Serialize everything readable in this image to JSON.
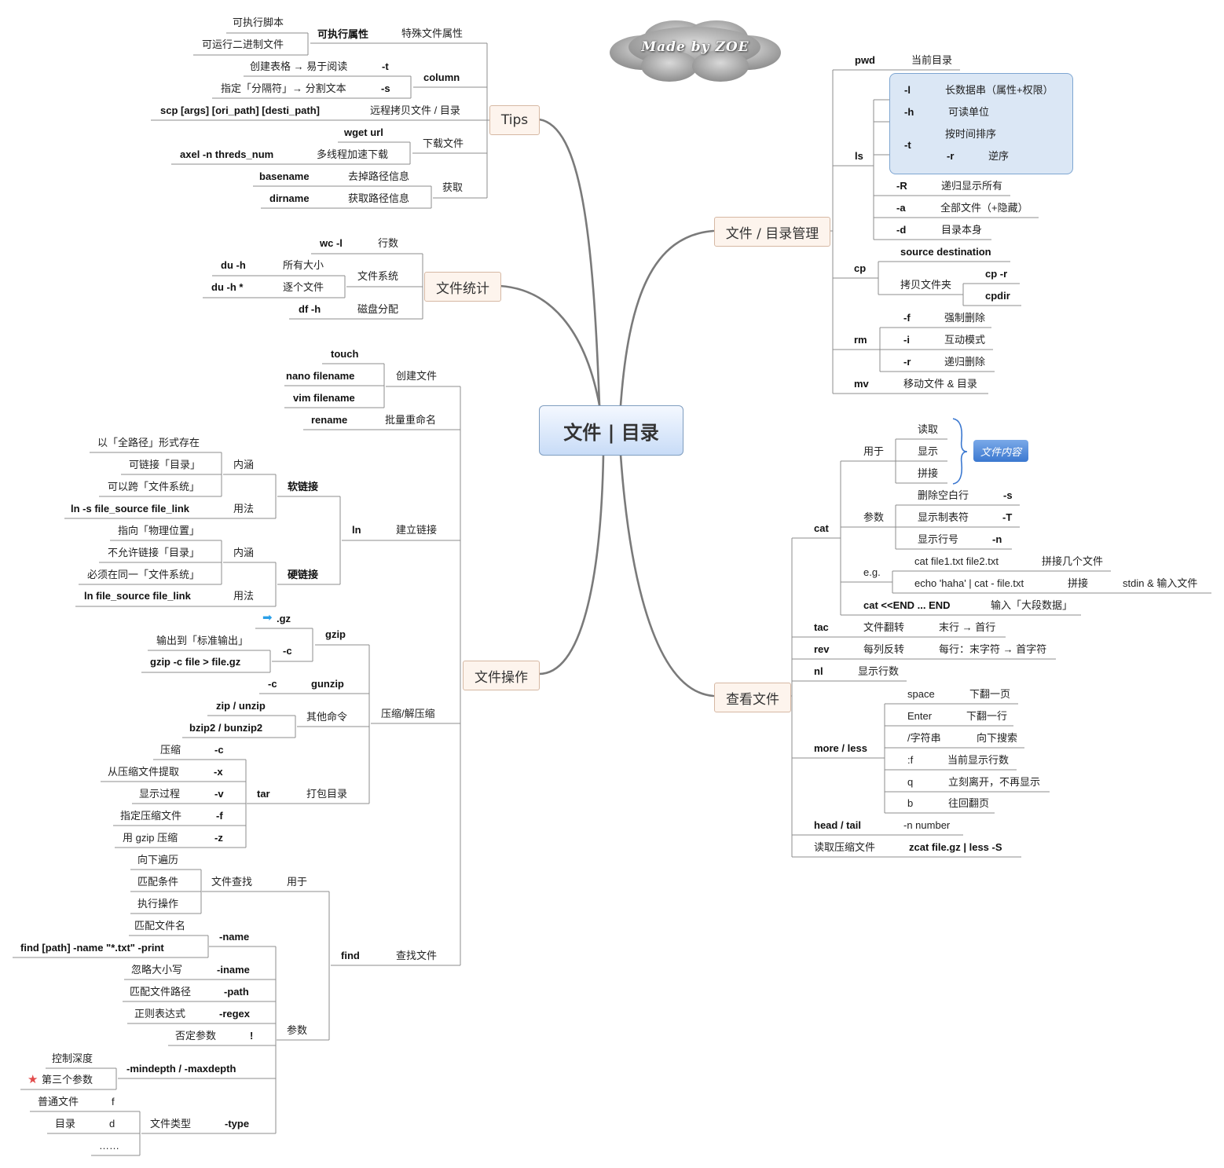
{
  "watermark": "Made by ZOE",
  "center": "文件 | 目录",
  "badge": "文件内容",
  "icons": {
    "arrow": "right-arrow-icon",
    "star": "star-icon"
  },
  "colors": {
    "center_fill": "#c8dcf7",
    "topic_fill": "#fdf4ed",
    "group_fill": "#dbe7f5",
    "badge_fill": "#3b78d0",
    "arrow": "#2a9fe8",
    "star": "#e24a4a"
  },
  "topics": {
    "tips": "Tips",
    "stats": "文件统计",
    "ops": "文件操作",
    "mgmt": "文件 / 目录管理",
    "view": "查看文件"
  },
  "tips": {
    "script": "可执行脚本",
    "binary": "可运行二进制文件",
    "exec_attr": "可执行属性",
    "special_attr": "特殊文件属性",
    "table": "创建表格 → 易于阅读",
    "t": "-t",
    "column": "column",
    "sep": "指定「分隔符」→ 分割文本",
    "s": "-s",
    "scp": "scp [args] [ori_path] [desti_path]",
    "remote": "远程拷贝文件 / 目录",
    "wget": "wget url",
    "axel": "axel -n threds_num",
    "multi": "多线程加速下载",
    "download": "下载文件",
    "basename": "basename",
    "strip": "去掉路径信息",
    "dirname": "dirname",
    "getpath": "获取路径信息",
    "get": "获取"
  },
  "stats": {
    "wc": "wc -l",
    "lines": "行数",
    "duh": "du -h",
    "allsize": "所有大小",
    "dustar": "du -h *",
    "each": "逐个文件",
    "fs": "文件系统",
    "df": "df -h",
    "disk": "磁盘分配"
  },
  "ops": {
    "touch": "touch",
    "nano": "nano filename",
    "vim": "vim filename",
    "create": "创建文件",
    "rename": "rename",
    "batch": "批量重命名",
    "full": "以「全路径」形式存在",
    "linkdir": "可链接「目录」",
    "crossfs": "可以跨「文件系统」",
    "inner1": "内涵",
    "soft": "软链接",
    "lns": "ln -s file_source file_link",
    "usage1": "用法",
    "ln": "ln",
    "mklink": "建立链接",
    "phys": "指向「物理位置」",
    "nodir": "不允许链接「目录」",
    "samefs": "必须在同一「文件系统」",
    "inner2": "内涵",
    "hard": "硬链接",
    "lnh": "ln file_source file_link",
    "usage2": "用法",
    "gz": ".gz",
    "gzip": "gzip",
    "stdout": "输出到「标准输出」",
    "c1": "-c",
    "gzipcmd": "gzip -c file > file.gz",
    "c2": "-c",
    "gunzip": "gunzip",
    "zip": "zip / unzip",
    "other": "其他命令",
    "compress": "压缩/解压缩",
    "bzip": "bzip2 / bunzip2",
    "tz": "压缩",
    "tc": "-c",
    "tx": "从压缩文件提取",
    "txv": "-x",
    "tv": "显示过程",
    "tvv": "-v",
    "tar": "tar",
    "pack": "打包目录",
    "tf": "指定压缩文件",
    "tfv": "-f",
    "tgz": "用 gzip 压缩",
    "tzv": "-z",
    "walk": "向下遍历",
    "match": "匹配条件",
    "act": "执行操作",
    "findfile": "文件查找",
    "usefor": "用于",
    "mname": "匹配文件名",
    "name": "-name",
    "findex": "find [path] -name \"*.txt\" -print",
    "find": "find",
    "search": "查找文件",
    "icase": "忽略大小写",
    "iname": "-iname",
    "mpath": "匹配文件路径",
    "path": "-path",
    "re": "正则表达式",
    "regex": "-regex",
    "neg": "否定参数",
    "bang": "!",
    "params": "参数",
    "depth": "控制深度",
    "third": "第三个参数",
    "mindepth": "-mindepth / -maxdepth",
    "regular": "普通文件",
    "f": "f",
    "dir": "目录",
    "d": "d",
    "ftype": "文件类型",
    "type": "-type",
    "dots": "……"
  },
  "mgmt": {
    "pwd": "pwd",
    "cur": "当前目录",
    "l": "-l",
    "long": "长数据串（属性+权限）",
    "h": "-h",
    "readable": "可读单位",
    "ls": "ls",
    "bytime": "按时间排序",
    "t": "-t",
    "r": "-r",
    "rev": "逆序",
    "R": "-R",
    "recur": "递归显示所有",
    "a": "-a",
    "all": "全部文件（+隐藏）",
    "d": "-d",
    "self": "目录本身",
    "srcdst": "source destination",
    "cp": "cp",
    "cpdir": "拷贝文件夹",
    "cpr": "cp -r",
    "cpdircmd": "cpdir",
    "f": "-f",
    "force": "强制删除",
    "rm": "rm",
    "i": "-i",
    "inter": "互动模式",
    "rr": "-r",
    "rdel": "递归删除",
    "mv": "mv",
    "move": "移动文件 & 目录"
  },
  "view": {
    "read": "读取",
    "usefor": "用于",
    "show": "显示",
    "join": "拼接",
    "cat": "cat",
    "blank": "删除空白行",
    "s": "-s",
    "params": "参数",
    "tabs": "显示制表符",
    "T": "-T",
    "lineno": "显示行号",
    "n": "-n",
    "eg": "e.g.",
    "ex1": "cat file1.txt file2.txt",
    "ex1d": "拼接几个文件",
    "ex2": "echo 'haha' | cat - file.txt",
    "ex2d": "拼接",
    "stdin": "stdin & 输入文件",
    "heredoc": "cat <<END ... END",
    "bigdata": "输入「大段数据」",
    "tac": "tac",
    "flip": "文件翻转",
    "lastfirst": "末行 → 首行",
    "rev": "rev",
    "colrev": "每列反转",
    "eachline": "每行：末字符 → 首字符",
    "nl": "nl",
    "count": "显示行数",
    "space": "space",
    "pgdn": "下翻一页",
    "enter": "Enter",
    "linedn": "下翻一行",
    "slash": "/字符串",
    "searchdn": "向下搜索",
    "colonf": ":f",
    "curline": "当前显示行数",
    "q": "q",
    "quit": "立刻离开，不再显示",
    "b": "b",
    "back": "往回翻页",
    "more": "more / less",
    "headtail": "head / tail",
    "nnum": "-n number",
    "readgz": "读取压缩文件",
    "zcat": "zcat file.gz | less -S"
  }
}
